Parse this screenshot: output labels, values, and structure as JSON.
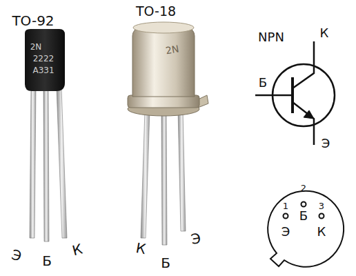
{
  "diagram": {
    "labels": [
      "TO-92",
      "TO-18",
      "2N",
      "2222",
      "A331",
      "2N",
      "NPN",
      "К",
      "Б",
      "Э",
      "1",
      "2",
      "3",
      "Э",
      "Б",
      "К",
      "Э",
      "Б",
      "К",
      "К",
      "Б",
      "Э"
    ]
  }
}
